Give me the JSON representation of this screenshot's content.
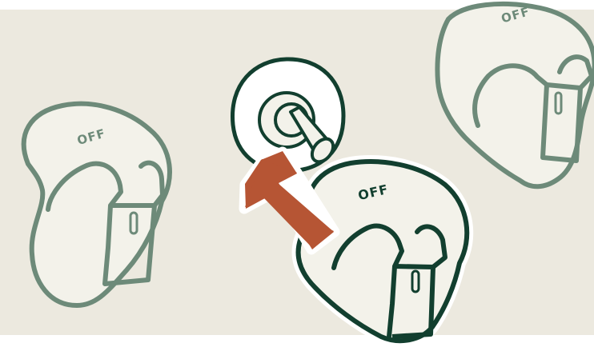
{
  "illustration": {
    "knob_left": {
      "label": "OFF",
      "state": "background-knob"
    },
    "knob_center": {
      "label": "OFF",
      "state": "knob-being-installed"
    },
    "knob_right": {
      "label": "OFF",
      "state": "background-knob"
    },
    "valve_stem": {
      "icon": "valve-stem-icon"
    },
    "arrow": {
      "icon": "arrow-up-left-icon",
      "direction": "up-left"
    }
  },
  "colors": {
    "panel_background": "#ece9df",
    "page_background": "#ffffff",
    "knob_fill": "#f3f2ea",
    "knob_faded_stroke": "#6d8a79",
    "knob_stroke": "#123f2f",
    "arrow_fill": "#b65534",
    "stem_plate_fill": "#ffffff"
  }
}
